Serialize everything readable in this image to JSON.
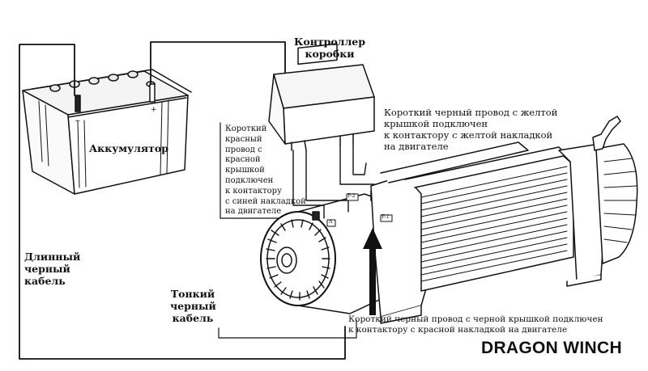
{
  "labels": {
    "controller": "Контроллер\nкоробки",
    "battery": "Аккумулятор",
    "yellow_wire": "Короткий черный провод с желтой\nкрышкой подключен\nк контактору с желтой накладкой\nна двигателе",
    "red_wire": "Короткий\nкрасный\nпровод с\nкрасной\nкрышкой\nподключен\nк контактору\nс синей накладкой\nна двигателе",
    "long_cable": "Длинный\nчерный\nкабель",
    "thin_cable": "Тонкий\nчерный\nкабель",
    "black_wire": "Короткий черный провод с черной крышкой подключен\nк контактору с красной накладкой на двигателе",
    "brand": "DRAGON WINCH"
  },
  "terminal_tags": {
    "f2": "F-2",
    "f1": "F-1",
    "a": "A"
  },
  "colors": {
    "line": "#111111",
    "background": "#ffffff"
  }
}
